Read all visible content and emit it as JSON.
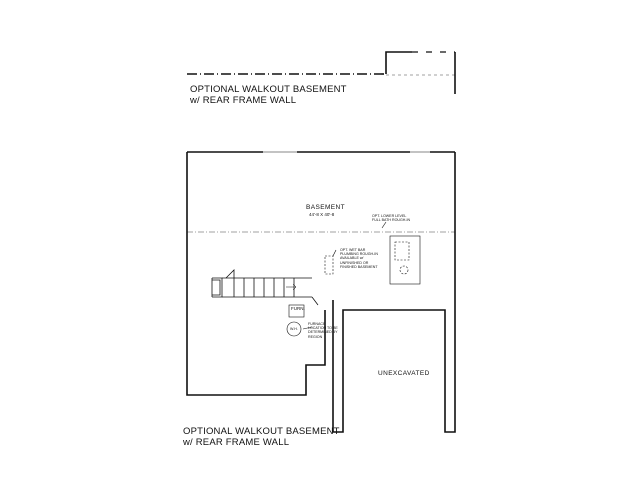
{
  "top_caption": {
    "line1": "OPTIONAL WALKOUT BASEMENT",
    "line2": "w/ REAR FRAME WALL"
  },
  "bottom_caption": {
    "line1": "OPTIONAL WALKOUT BASEMENT",
    "line2": "w/ REAR FRAME WALL"
  },
  "rooms": {
    "basement": {
      "name": "BASEMENT",
      "dims": "44'-8 X 40'-8"
    },
    "unexcavated": {
      "name": "UNEXCAVATED"
    },
    "furnace": {
      "name": "FURN."
    },
    "water_heater": {
      "name": "W.H."
    }
  },
  "notes": {
    "bath": "OPT. LOWER LEVEL\nFULL BATH ROUGH-IN",
    "wet_bar": "OPT. WET BAR\nPLUMBING ROUGH-IN\nAVAILABLE w/\nUNFINISHED OR\nFINISHED BASEMENT",
    "furnace": "FURNACE\nLOCATION TO BE\nDETERMINED BY\nREGION"
  },
  "colors": {
    "line": "#111111",
    "background": "#ffffff"
  }
}
